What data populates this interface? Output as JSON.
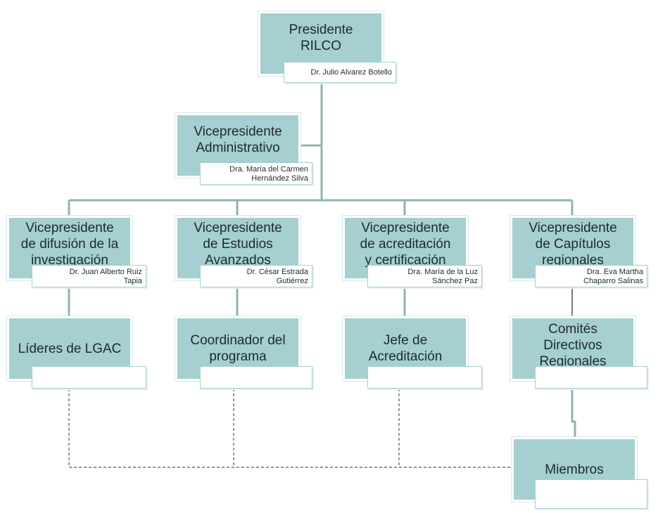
{
  "nodes": {
    "president": {
      "title": "Presidente\nRILCO",
      "person": "Dr. Julio Alvarez Botello"
    },
    "vp_admin": {
      "title": "Vicepresidente\nAdministrativo",
      "person": "Dra. María del Carmen\nHernández Silva"
    },
    "vp_difusion": {
      "title": "Vicepresidente\nde difusión de la\ninvestigación",
      "person": "Dr. Juan Alberto Ruiz\nTapia"
    },
    "vp_estudios": {
      "title": "Vicepresidente\nde Estudios\nAvanzados",
      "person": "Dr. César Estrada\nGutiérrez"
    },
    "vp_acred": {
      "title": "Vicepresidente\nde acreditación\ny certificación",
      "person": "Dra. María de la Luz\nSánchez Paz"
    },
    "vp_capitulos": {
      "title": "Vicepresidente\nde Capítulos\nregionales",
      "person": "Dra. Eva Martha\nChaparro Salinas"
    },
    "lideres": {
      "title": "Líderes de LGAC",
      "person": ""
    },
    "coordinador": {
      "title": "Coordinador del\nprograma",
      "person": ""
    },
    "jefe": {
      "title": "Jefe de\nAcreditación",
      "person": ""
    },
    "comites": {
      "title": "Comités\nDirectivos\nRegionales",
      "person": ""
    },
    "miembros": {
      "title": "Miembros",
      "person": ""
    }
  },
  "colors": {
    "box_fill": "#a5cfd1",
    "line": "#8fb3b4",
    "dashed_line": "#555555"
  }
}
